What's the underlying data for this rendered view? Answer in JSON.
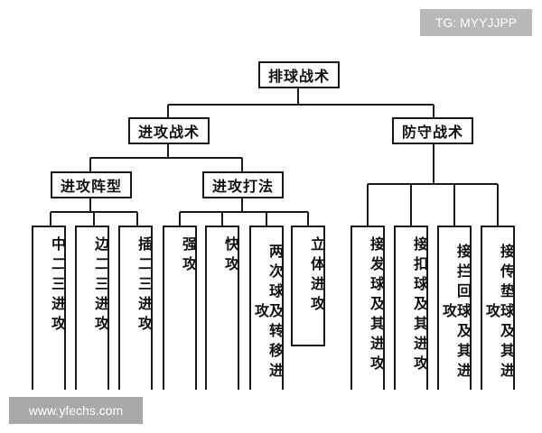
{
  "watermark_top": "TG: MYYJJPP",
  "watermark_bottom": "www.yfechs.com",
  "root": "排球战术",
  "offense": {
    "label": "进攻战术",
    "formation": {
      "label": "进攻阵型",
      "items": [
        "中二三进攻",
        "边二三进攻",
        "插二三进攻"
      ]
    },
    "tactics": {
      "label": "进攻打法",
      "items": [
        "强攻",
        "快攻",
        "两次球及转移进攻",
        "立体进攻"
      ]
    }
  },
  "defense": {
    "label": "防守战术",
    "items": [
      "接发球及其进攻",
      "接扣球及其进攻",
      "接拦回球及其进攻",
      "接传垫球及其进攻"
    ]
  }
}
